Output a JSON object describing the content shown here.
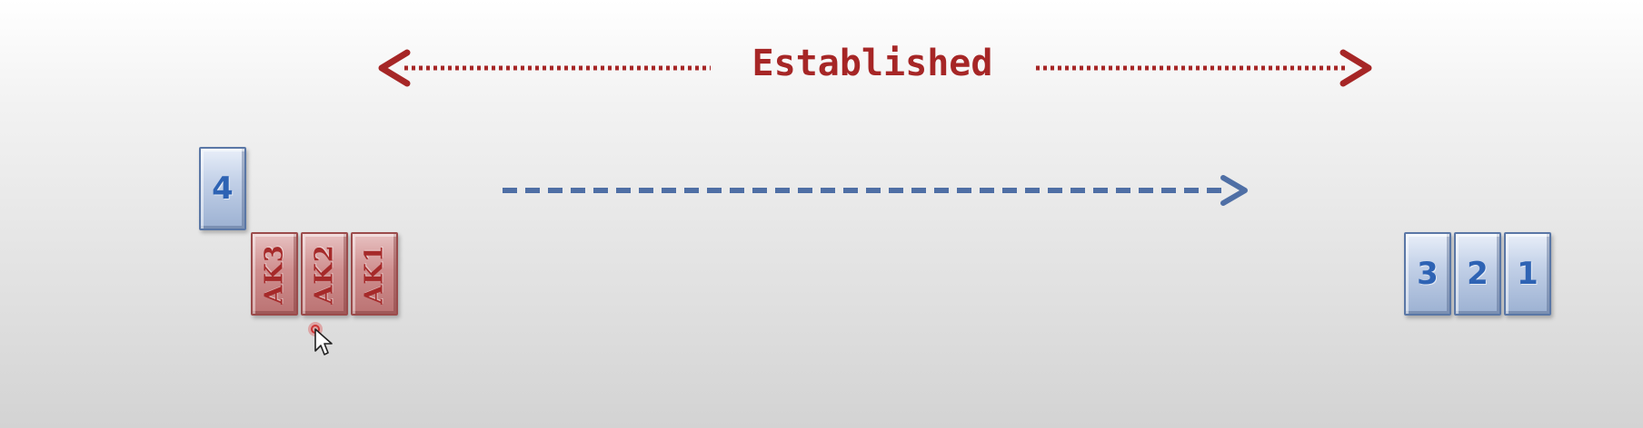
{
  "established": {
    "label": "Established",
    "color": "#a62626"
  },
  "sender": {
    "unacked_segment": "4",
    "acks": [
      "AK3",
      "AK2",
      "AK1"
    ]
  },
  "receiver": {
    "segments": [
      "3",
      "2",
      "1"
    ]
  },
  "data_flow_arrow": {
    "direction": "left-to-right",
    "style": "dashed",
    "color": "#4f6fa5"
  },
  "colors": {
    "segment_text": "#2e63b4",
    "ack_text": "#a62a2a"
  },
  "icons": [
    "mouse-pointer-icon"
  ]
}
